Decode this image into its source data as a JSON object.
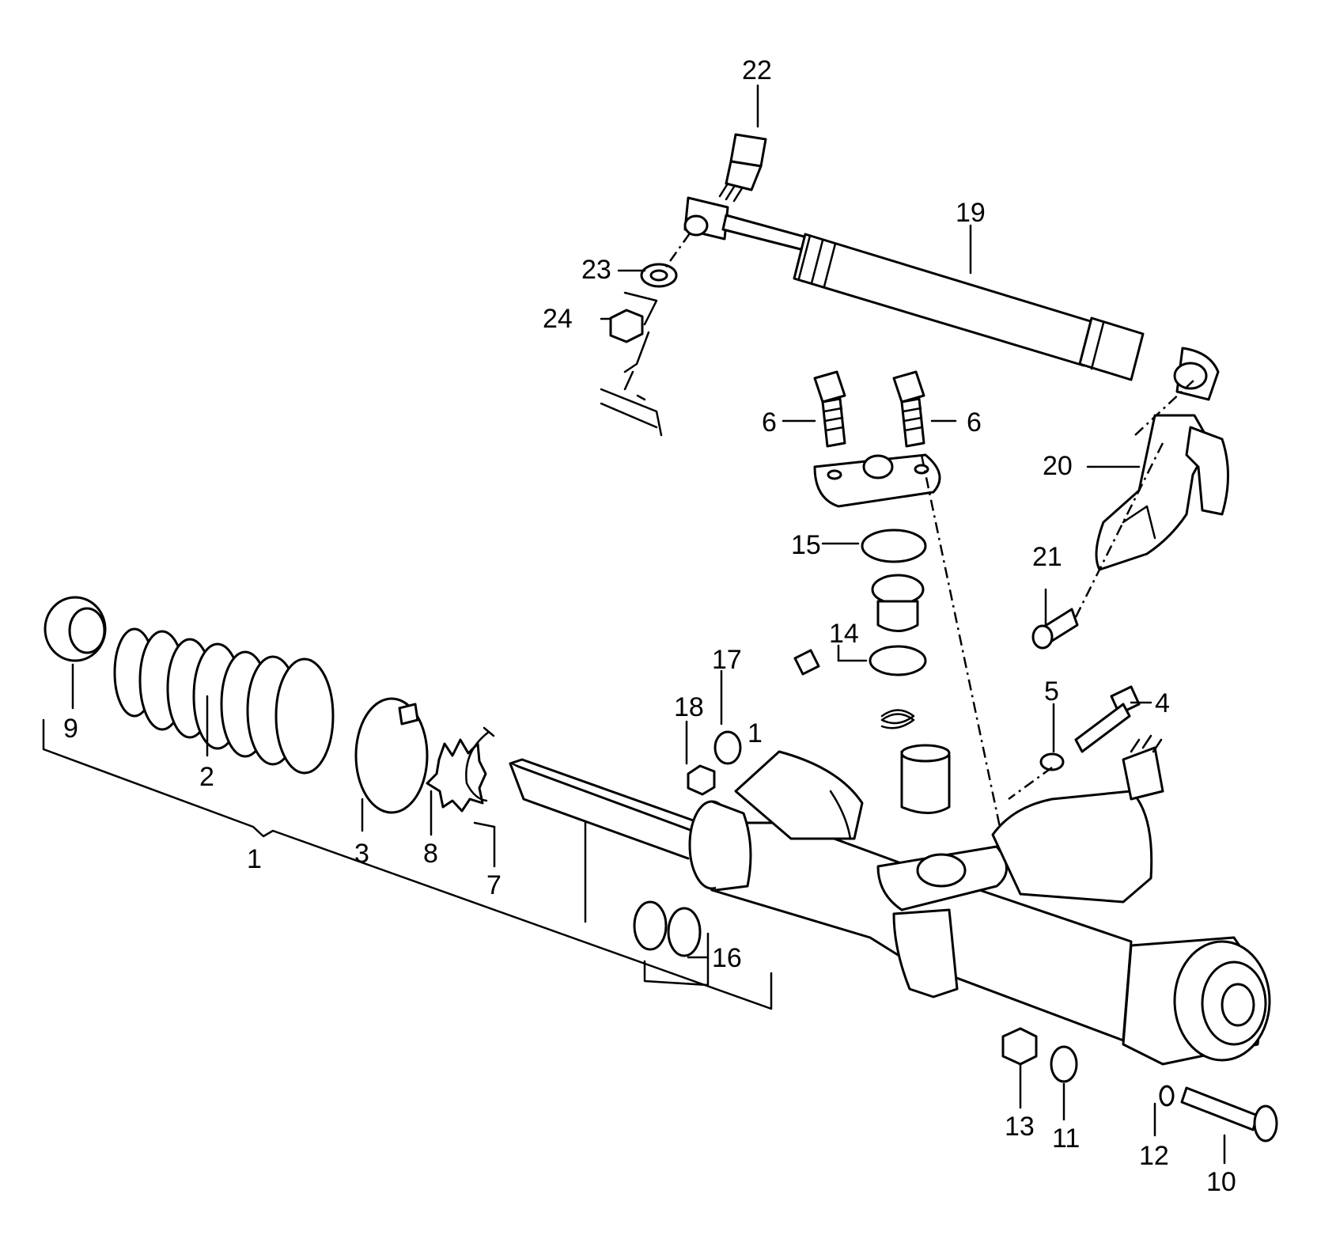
{
  "callouts": {
    "c1": "1",
    "c2": "2",
    "c3": "3",
    "c4": "4",
    "c5": "5",
    "c6a": "6",
    "c6b": "6",
    "c7": "7",
    "c8": "8",
    "c9": "9",
    "c10": "10",
    "c11": "11",
    "c12": "12",
    "c13": "13",
    "c14": "14",
    "c15": "15",
    "c16": "16",
    "c17": "17",
    "c18": "18",
    "c19": "19",
    "c20": "20",
    "c21": "21",
    "c22": "22",
    "c23": "23",
    "c24": "24",
    "m1": "1"
  }
}
